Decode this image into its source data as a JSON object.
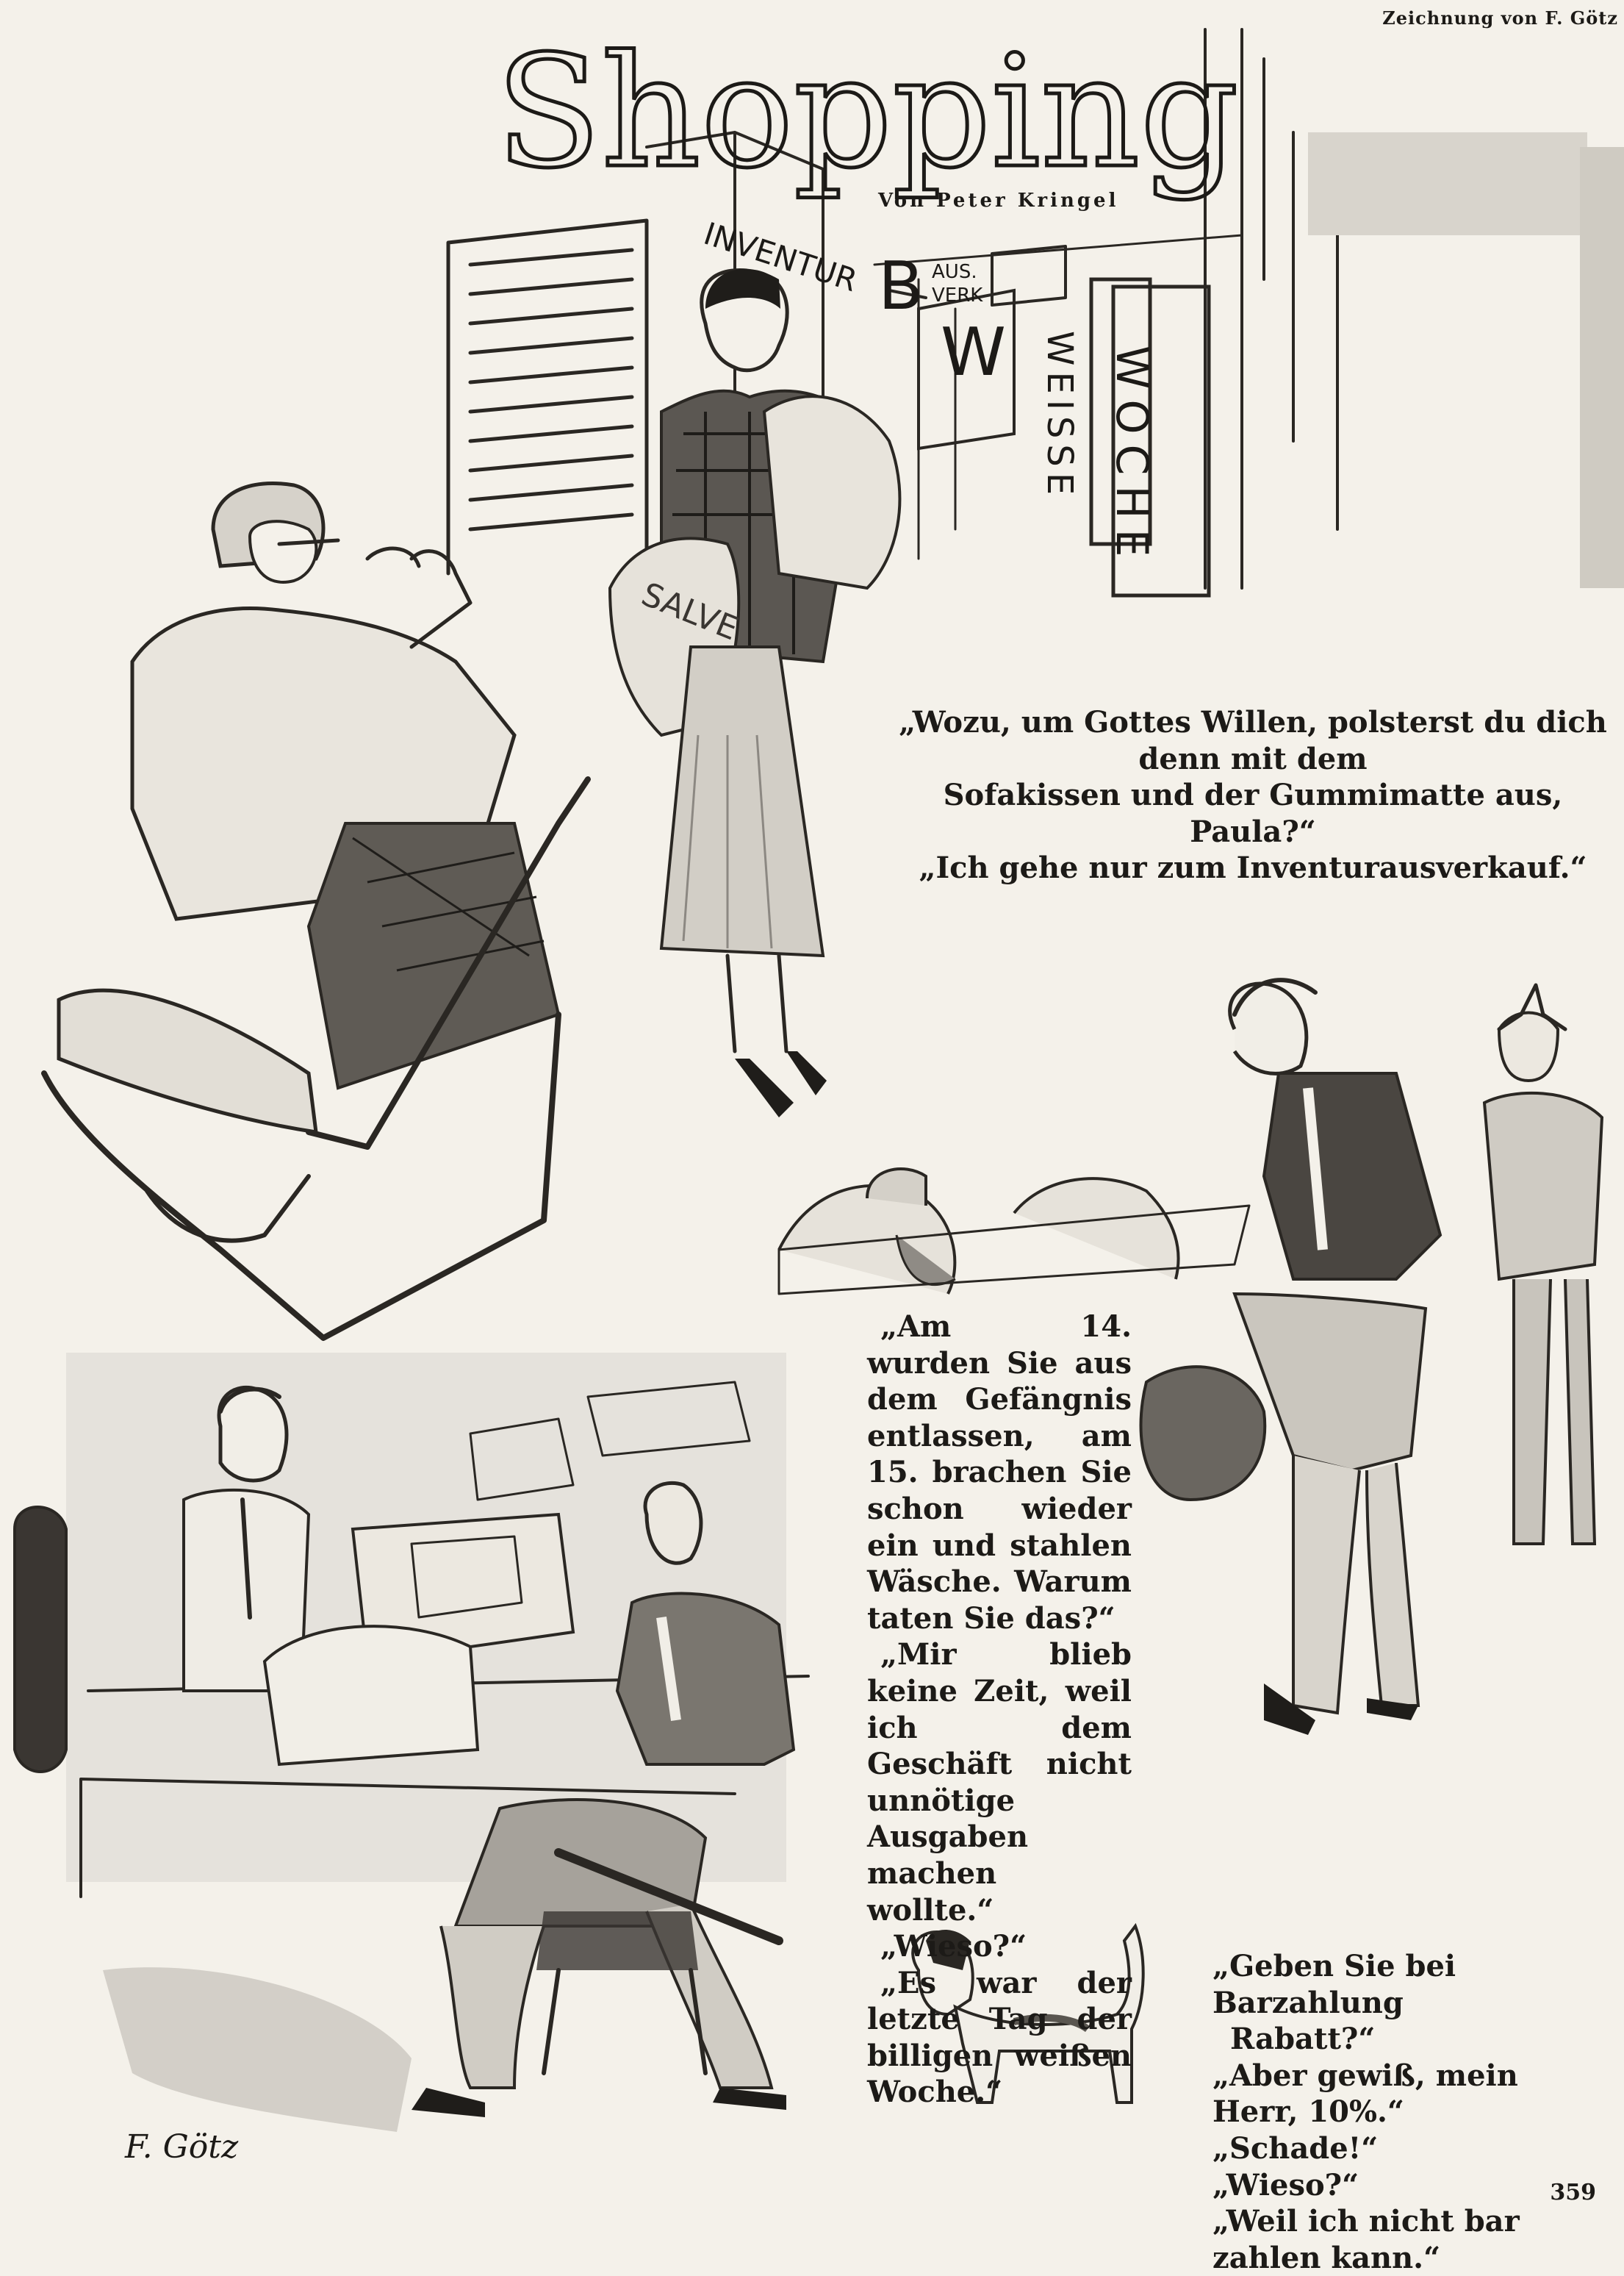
{
  "credit": "Zeichnung von F. Götz",
  "title": "Shopping",
  "author": "Von Peter Kringel",
  "signs": {
    "inventur": "INVENTUR",
    "ausverk_b": "B",
    "ausverk_top": "AUS.",
    "ausverk_bottom": "VERK",
    "w": "W",
    "weisse": "WEISSE",
    "woche": "WOCHE",
    "salve": "SALVE"
  },
  "captions": {
    "top": [
      "„Wozu, um Gottes Willen, polsterst du dich denn mit dem",
      "Sofakissen und der Gummimatte aus, Paula?“",
      "„Ich gehe nur zum Inventurausverkauf.“"
    ],
    "middle": [
      "„Am 14. wurden Sie aus dem Gefängnis entlassen, am 15. brachen Sie schon wieder ein und stahlen Wäsche. Warum taten Sie das?“",
      "„Mir blieb keine Zeit, weil ich dem Geschäft nicht unnötige Ausgaben machen wollte.“",
      "„Wieso?“",
      "„Es war der letzte Tag der billigen weißen Woche.“"
    ],
    "bottom": [
      "„Geben Sie bei Barzahlung",
      "Rabatt?“",
      "„Aber gewiß, mein Herr, 10%.“",
      "„Schade!“",
      "„Wieso?“",
      "„Weil ich nicht bar zahlen kann.“"
    ]
  },
  "page_number": "359",
  "signature": "F. Götz"
}
